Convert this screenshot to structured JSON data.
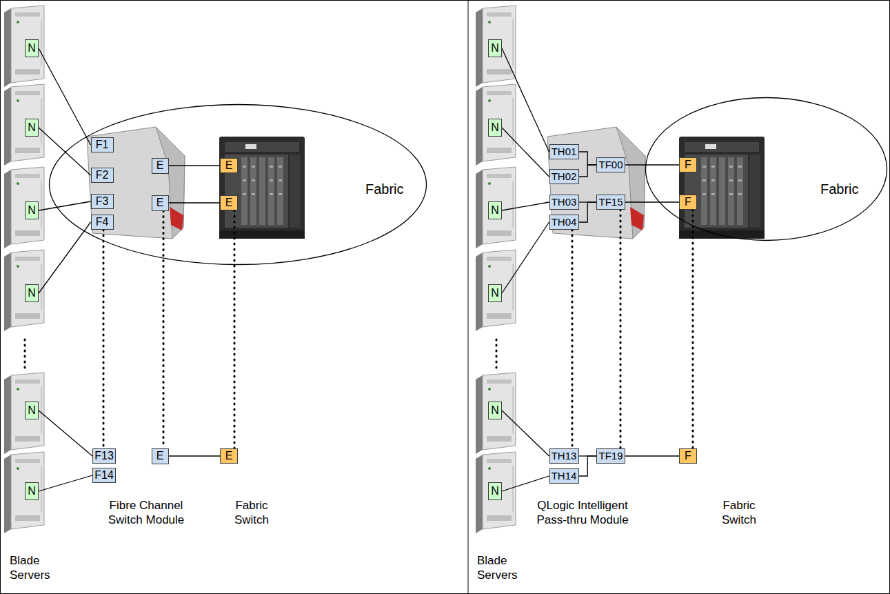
{
  "diagram": {
    "nodes": [
      {
        "text": [
          "Fabric"
        ]
      },
      {
        "text": [
          "N"
        ]
      },
      {
        "text": [
          "N"
        ]
      },
      {
        "text": [
          "N"
        ]
      },
      {
        "text": [
          "N"
        ]
      },
      {
        "text": [
          "N"
        ]
      },
      {
        "text": [
          "N"
        ]
      },
      {
        "text": [
          "F1"
        ],
        "in": 0
      },
      {
        "text": [
          "F2"
        ],
        "in": 0
      },
      {
        "text": [
          "F3"
        ],
        "in": 0
      },
      {
        "text": [
          "F4"
        ],
        "in": 0
      },
      {
        "text": [
          "F13"
        ]
      },
      {
        "text": [
          "F14"
        ]
      },
      {
        "text": [
          "E"
        ],
        "in": 0
      },
      {
        "text": [
          "E"
        ],
        "in": 0
      },
      {
        "text": [
          "E"
        ]
      },
      {
        "text": [
          "E"
        ],
        "in": 0
      },
      {
        "text": [
          "E"
        ],
        "in": 0
      },
      {
        "text": [
          "E"
        ]
      },
      {
        "text": [
          "Fabric"
        ]
      },
      {
        "text": [
          "N"
        ]
      },
      {
        "text": [
          "N"
        ]
      },
      {
        "text": [
          "N"
        ]
      },
      {
        "text": [
          "N"
        ]
      },
      {
        "text": [
          "N"
        ]
      },
      {
        "text": [
          "N"
        ]
      },
      {
        "text": [
          "TH01"
        ]
      },
      {
        "text": [
          "TH02"
        ]
      },
      {
        "text": [
          "TH03"
        ]
      },
      {
        "text": [
          "TH04"
        ]
      },
      {
        "text": [
          "TH13"
        ]
      },
      {
        "text": [
          "TH14"
        ]
      },
      {
        "text": [
          "TF00"
        ]
      },
      {
        "text": [
          "TF15"
        ]
      },
      {
        "text": [
          "TF19"
        ]
      },
      {
        "text": [
          "F"
        ],
        "in": 19
      },
      {
        "text": [
          "F"
        ],
        "in": 19
      },
      {
        "text": [
          "F"
        ]
      }
    ],
    "edges": [
      {
        "from": 1,
        "to": 7,
        "arrow": "none"
      },
      {
        "from": 2,
        "to": 8,
        "arrow": "none"
      },
      {
        "from": 3,
        "to": 9,
        "arrow": "none"
      },
      {
        "from": 4,
        "to": 10,
        "arrow": "none"
      },
      {
        "from": 5,
        "to": 11,
        "arrow": "none"
      },
      {
        "from": 6,
        "to": 12,
        "arrow": "none"
      },
      {
        "from": 13,
        "to": 16,
        "arrow": "none"
      },
      {
        "from": 14,
        "to": 17,
        "arrow": "none"
      },
      {
        "from": 15,
        "to": 18,
        "arrow": "none"
      },
      {
        "from": 10,
        "to": 11,
        "arrow": "none"
      },
      {
        "from": 14,
        "to": 15,
        "arrow": "none"
      },
      {
        "from": 17,
        "to": 18,
        "arrow": "none"
      },
      {
        "from": 20,
        "to": 26,
        "arrow": "none"
      },
      {
        "from": 21,
        "to": 27,
        "arrow": "none"
      },
      {
        "from": 22,
        "to": 28,
        "arrow": "none"
      },
      {
        "from": 23,
        "to": 29,
        "arrow": "none"
      },
      {
        "from": 24,
        "to": 30,
        "arrow": "none"
      },
      {
        "from": 25,
        "to": 31,
        "arrow": "none"
      },
      {
        "from": 26,
        "to": 32,
        "arrow": "none"
      },
      {
        "from": 27,
        "to": 32,
        "arrow": "none"
      },
      {
        "from": 28,
        "to": 33,
        "arrow": "none"
      },
      {
        "from": 29,
        "to": 33,
        "arrow": "none"
      },
      {
        "from": 30,
        "to": 34,
        "arrow": "none"
      },
      {
        "from": 31,
        "to": 34,
        "arrow": "none"
      },
      {
        "from": 32,
        "to": 35,
        "arrow": "none"
      },
      {
        "from": 33,
        "to": 36,
        "arrow": "none"
      },
      {
        "from": 34,
        "to": 37,
        "arrow": "none"
      },
      {
        "from": 29,
        "to": 30,
        "arrow": "none"
      },
      {
        "from": 33,
        "to": 34,
        "arrow": "none"
      },
      {
        "from": 36,
        "to": 37,
        "arrow": "none"
      }
    ],
    "labels": [
      "Fibre Channel Switch Module",
      "Fabric Switch",
      "Blade Servers",
      "QLogic Intelligent Pass-thru Module",
      "Fabric Switch",
      "Blade Servers"
    ]
  }
}
